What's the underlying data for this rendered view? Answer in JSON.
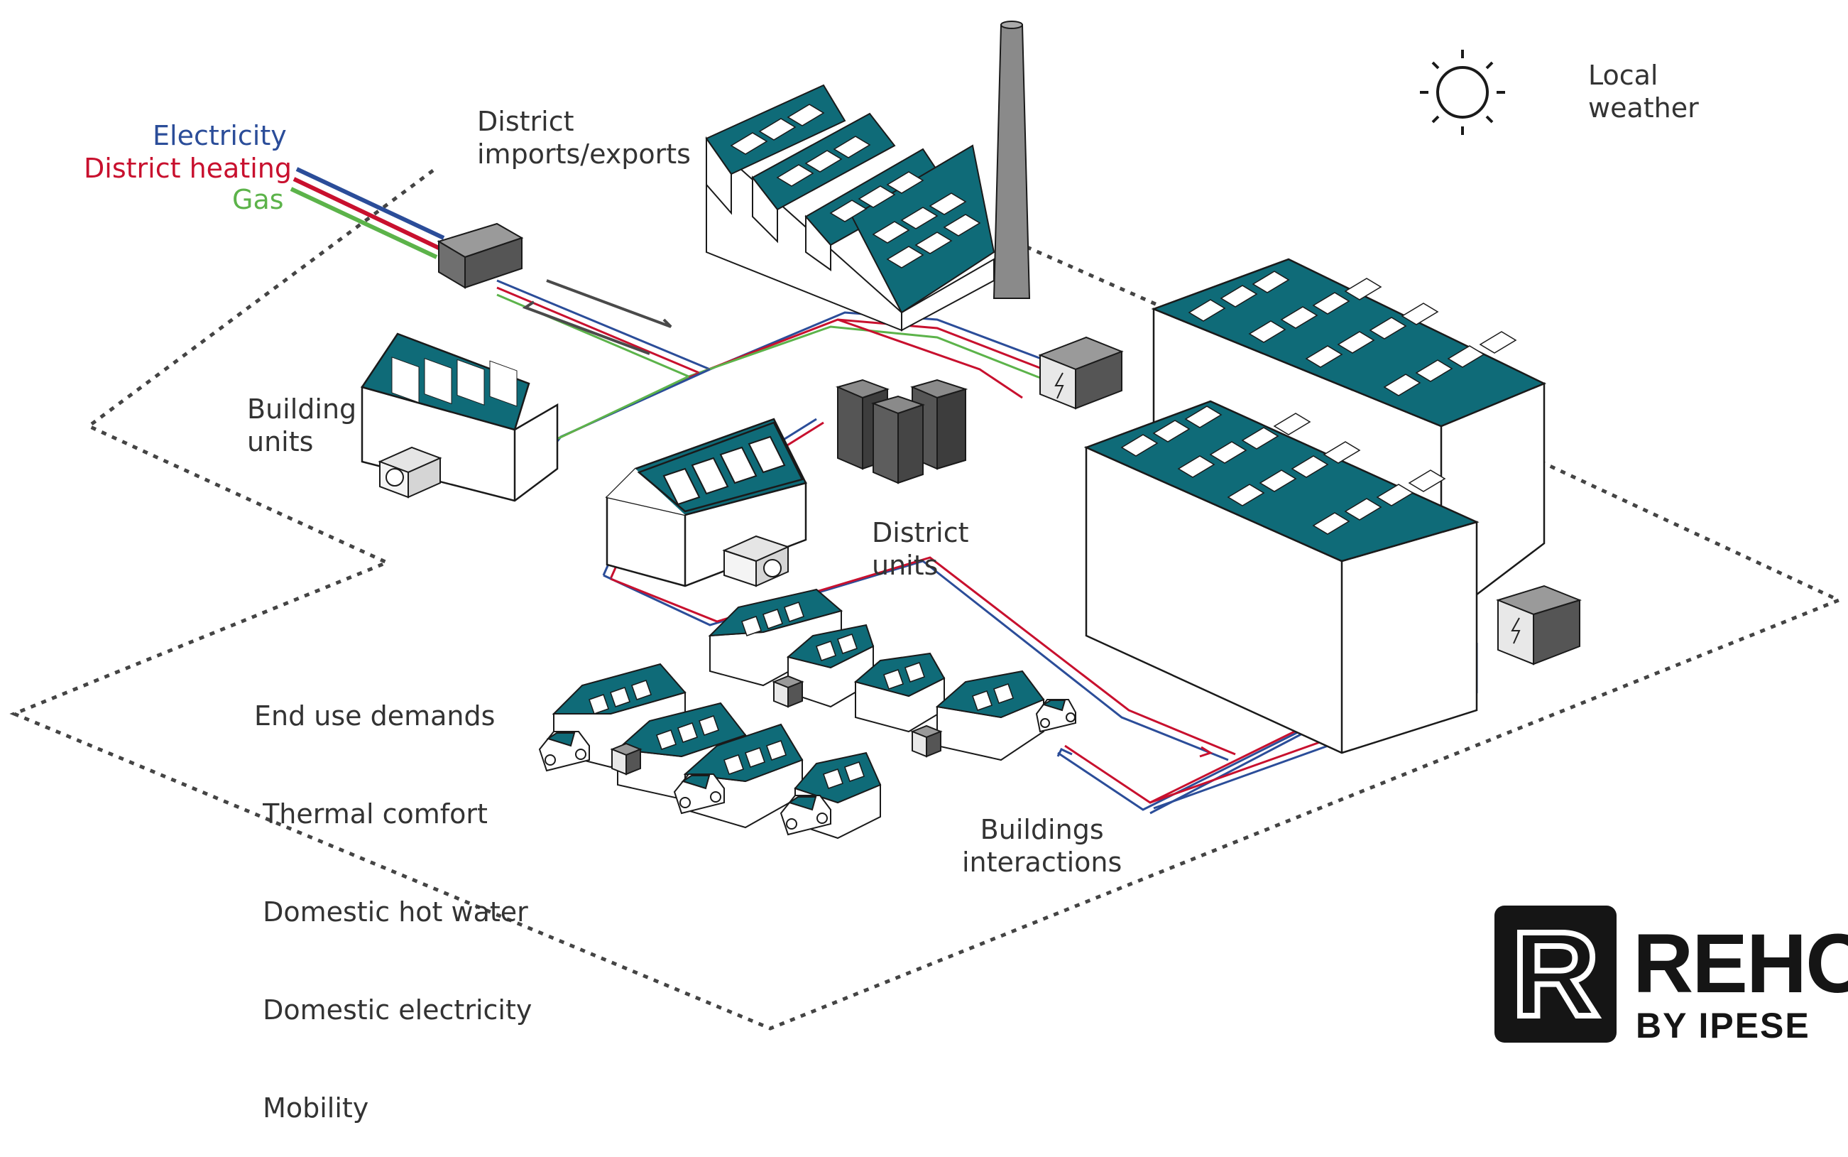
{
  "colors": {
    "electricity": "#2b4d99",
    "heating": "#c8102e",
    "gas": "#5cb34a",
    "roof": "#0f6b78",
    "outline": "#1a1a1a",
    "battery": "#6a6a6a"
  },
  "legend": {
    "electricity": "Electricity",
    "heating": "District heating",
    "gas": "Gas"
  },
  "labels": {
    "district_io": [
      "District",
      "imports/exports"
    ],
    "weather": [
      "Local",
      "weather"
    ],
    "building_units": [
      "Building",
      "units"
    ],
    "district_units": [
      "District",
      "units"
    ],
    "end_use": [
      "End use demands",
      " Thermal comfort",
      " Domestic hot water",
      " Domestic electricity",
      " Mobility"
    ],
    "interactions": [
      "Buildings",
      "interactions"
    ]
  },
  "logo": {
    "letter": "R",
    "name": "REHO",
    "subtitle": "BY IPESE"
  },
  "icons": [
    "sun-icon",
    "heat-pump-icon",
    "battery-icon",
    "electric-car-icon",
    "substation-icon",
    "chimney-icon"
  ]
}
